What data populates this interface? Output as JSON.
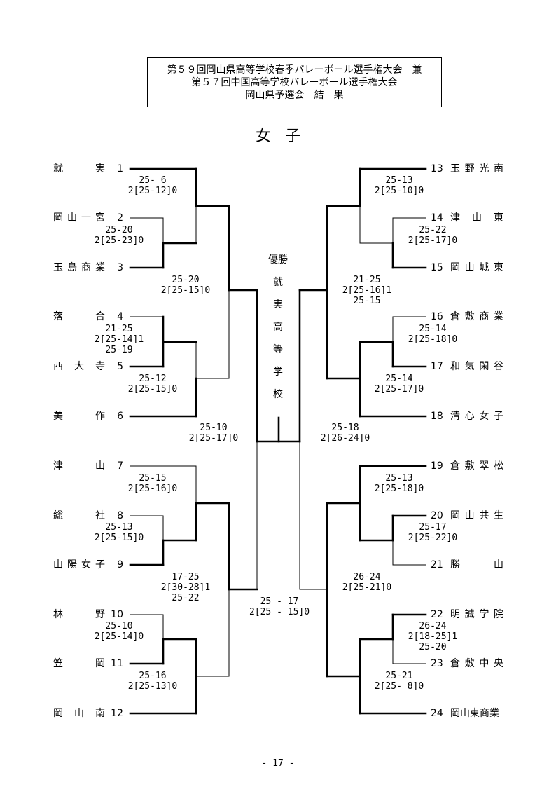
{
  "title": {
    "line1": "第５９回岡山県高等学校春季バレーボール選手権大会　兼",
    "line2": "第５７回中国高等学校バレーボール選手権大会",
    "line3": "岡山県予選会　結　果"
  },
  "subtitle": "女子",
  "champion": {
    "label": "優勝",
    "chars": [
      "就",
      "実",
      "高",
      "等",
      "学",
      "校"
    ]
  },
  "left_teams": [
    {
      "name": "就実",
      "no": "1"
    },
    {
      "name": "岡山一宮",
      "no": "2"
    },
    {
      "name": "玉島商業",
      "no": "3"
    },
    {
      "name": "落合",
      "no": "4"
    },
    {
      "name": "西大寺",
      "no": "5"
    },
    {
      "name": "美作",
      "no": "6"
    },
    {
      "name": "津山",
      "no": "7"
    },
    {
      "name": "総社",
      "no": "8"
    },
    {
      "name": "山陽女子",
      "no": "9"
    },
    {
      "name": "林野",
      "no": "10"
    },
    {
      "name": "笠岡",
      "no": "11"
    },
    {
      "name": "岡山南",
      "no": "12"
    }
  ],
  "right_teams": [
    {
      "no": "13",
      "name": "玉野光南"
    },
    {
      "no": "14",
      "name": "津山東"
    },
    {
      "no": "15",
      "name": "岡山城東"
    },
    {
      "no": "16",
      "name": "倉敷商業"
    },
    {
      "no": "17",
      "name": "和気閑谷"
    },
    {
      "no": "18",
      "name": "清心女子"
    },
    {
      "no": "19",
      "name": "倉敷翠松"
    },
    {
      "no": "20",
      "name": "岡山共生"
    },
    {
      "no": "21",
      "name": "勝山"
    },
    {
      "no": "22",
      "name": "明誠学院"
    },
    {
      "no": "23",
      "name": "倉敷中央"
    },
    {
      "no": "24",
      "name": "岡山東商業"
    }
  ],
  "scores": [
    [
      "25- 6",
      "2[25-12]0"
    ],
    [
      "25-20",
      "2[25-23]0"
    ],
    [
      "25-20",
      "2[25-15]0"
    ],
    [
      "21-25",
      "2[25-14]1",
      "25-19"
    ],
    [
      "25-12",
      "2[25-15]0"
    ],
    [
      "25-10",
      "2[25-17]0"
    ],
    [
      "25-15",
      "2[25-16]0"
    ],
    [
      "25-13",
      "2[25-15]0"
    ],
    [
      "17-25",
      "2[30-28]1",
      "25-22"
    ],
    [
      "25-10",
      "2[25-14]0"
    ],
    [
      "25-16",
      "2[25-13]0"
    ],
    [
      "25 - 17",
      "2[25 - 15]0"
    ],
    [
      "25-13",
      "2[25-10]0"
    ],
    [
      "25-22",
      "2[25-17]0"
    ],
    [
      "21-25",
      "2[25-16]1",
      "25-15"
    ],
    [
      "25-14",
      "2[25-18]0"
    ],
    [
      "25-14",
      "2[25-17]0"
    ],
    [
      "25-18",
      "2[26-24]0"
    ],
    [
      "25-13",
      "2[25-18]0"
    ],
    [
      "25-17",
      "2[25-22]0"
    ],
    [
      "26-24",
      "2[25-21]0"
    ],
    [
      "26-24",
      "2[18-25]1",
      "25-20"
    ],
    [
      "25-21",
      "2[25- 8]0"
    ]
  ],
  "page_number": "- 17 -"
}
